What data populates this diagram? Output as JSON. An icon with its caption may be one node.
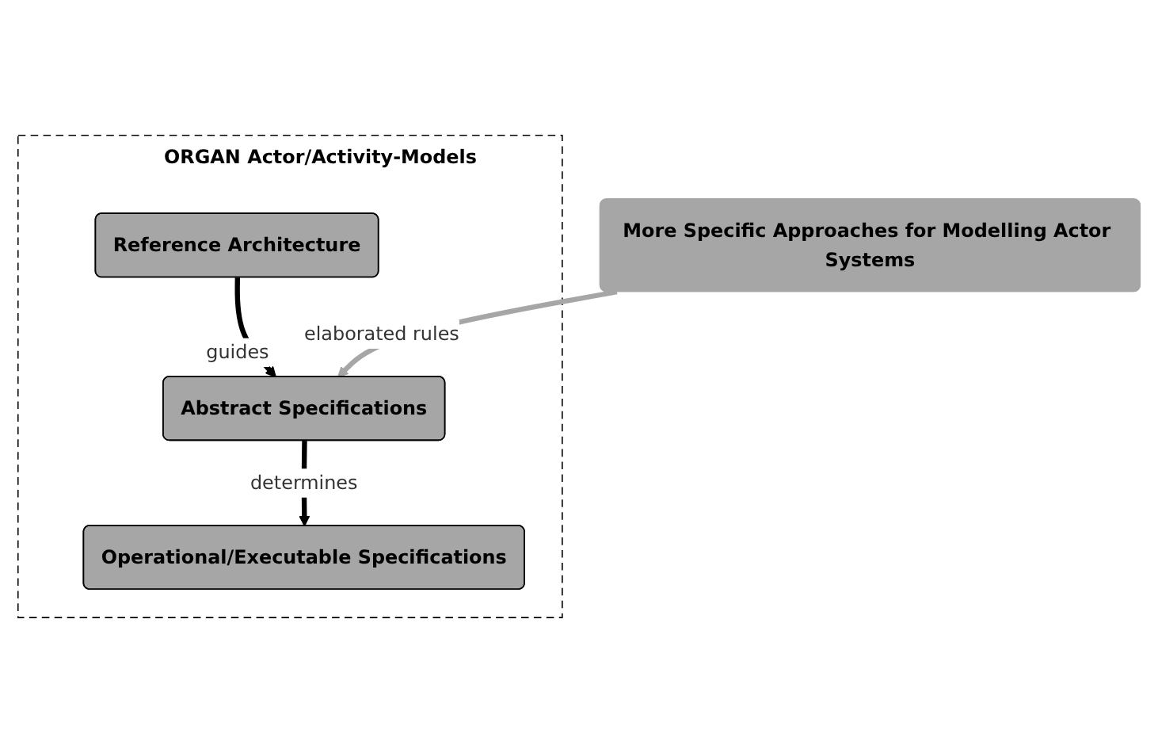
{
  "diagram": {
    "nodes": [
      {
        "text": [
          "ORGAN Actor/Activity-Models"
        ]
      },
      {
        "text": [
          "Reference Architecture"
        ],
        "in": 0
      },
      {
        "text": [
          "Abstract Specifications"
        ],
        "in": 0
      },
      {
        "text": [
          "Operational/Executable Specifications"
        ],
        "in": 0
      },
      {
        "text": [
          "More Specific Approaches for Modelling Actor Systems"
        ]
      }
    ],
    "edges": [
      {
        "from": 1,
        "to": 2,
        "arrow": "to",
        "label": "guides"
      },
      {
        "from": 2,
        "to": 3,
        "arrow": "to",
        "label": "determines"
      },
      {
        "from": 4,
        "to": 2,
        "arrow": "to",
        "label": "elaborated rules",
        "color": "#a6a6a6"
      }
    ]
  }
}
